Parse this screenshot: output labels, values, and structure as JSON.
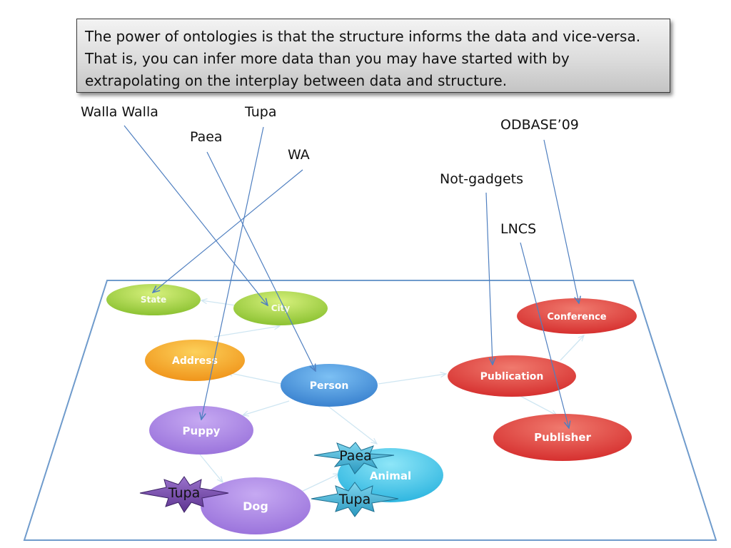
{
  "caption": {
    "lines": [
      "The power of ontologies is that the structure informs the data and vice-versa.",
      "That is, you can infer more data than you may have started with  by",
      "extrapolating on the interplay between data and structure."
    ]
  },
  "labels": {
    "walla_walla": "Walla Walla",
    "tupa": "Tupa",
    "paea": "Paea",
    "wa": "WA",
    "odbase": "ODBASE’09",
    "not_gadgets": "Not-gadgets",
    "lncs": "LNCS"
  },
  "nodes": {
    "state": "State",
    "city": "City",
    "address": "Address",
    "person": "Person",
    "puppy": "Puppy",
    "animal": "Animal",
    "dog": "Dog",
    "conference": "Conference",
    "publication": "Publication",
    "publisher": "Publisher"
  },
  "stars": {
    "paea": "Paea",
    "tupa_dog": "Tupa",
    "tupa_animal": "Tupa"
  },
  "colors": {
    "plane_border": "#6f9bcc",
    "arrow": "#4f7fc0",
    "edge": "#cfe6f2",
    "green_node": "#9fd23e",
    "orange_node": "#f6a623",
    "blue_node": "#3f8fd8",
    "purple_node": "#a77fe2",
    "cyan_node": "#38c6e8",
    "red_node": "#dc3c3c",
    "star_purple": "#6a3f99",
    "star_teal": "#3aaed0"
  }
}
